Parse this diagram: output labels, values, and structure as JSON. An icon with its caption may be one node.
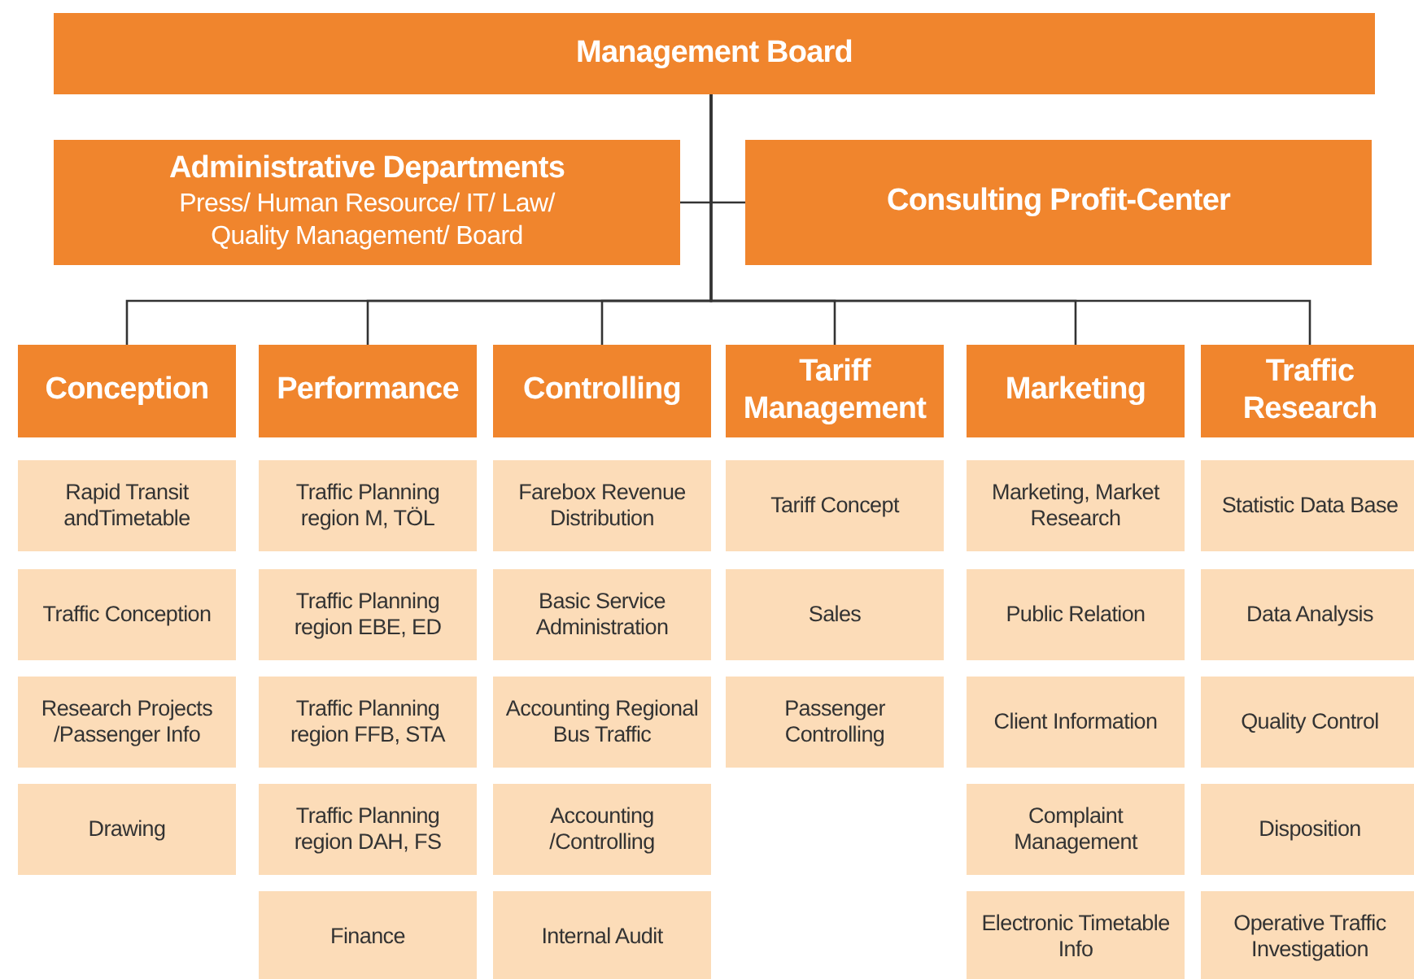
{
  "diagram": {
    "nodes": [
      {
        "text": [
          "Management Board"
        ]
      },
      {
        "text": [
          "Administrative Departments",
          "Press/ Human Resource/ IT/ Law/ Quality Management/ Board"
        ]
      },
      {
        "text": [
          "Consulting Profit-Center"
        ]
      },
      {
        "text": [
          "Conception"
        ]
      },
      {
        "text": [
          "Performance"
        ]
      },
      {
        "text": [
          "Controlling"
        ]
      },
      {
        "text": [
          "Tariff Management"
        ]
      },
      {
        "text": [
          "Marketing"
        ]
      },
      {
        "text": [
          "Traffic Research"
        ]
      },
      {
        "text": [
          "Rapid Transit andTimetable"
        ]
      },
      {
        "text": [
          "Traffic Conception"
        ]
      },
      {
        "text": [
          "Research Projects /Passenger Info"
        ]
      },
      {
        "text": [
          "Drawing"
        ]
      },
      {
        "text": [
          "Traffic Planning region M, TÖL"
        ]
      },
      {
        "text": [
          "Traffic Planning region EBE, ED"
        ]
      },
      {
        "text": [
          "Traffic Planning region FFB, STA"
        ]
      },
      {
        "text": [
          "Traffic Planning region DAH, FS"
        ]
      },
      {
        "text": [
          "Finance"
        ]
      },
      {
        "text": [
          "Farebox Revenue Distribution"
        ]
      },
      {
        "text": [
          "Basic Service Administration"
        ]
      },
      {
        "text": [
          "Accounting Regional Bus Traffic"
        ]
      },
      {
        "text": [
          "Accounting /Controlling"
        ]
      },
      {
        "text": [
          "Internal Audit"
        ]
      },
      {
        "text": [
          "Tariff Concept"
        ]
      },
      {
        "text": [
          "Sales"
        ]
      },
      {
        "text": [
          "Passenger Controlling"
        ]
      },
      {
        "text": [
          "Marketing, Market Research"
        ]
      },
      {
        "text": [
          "Public Relation"
        ]
      },
      {
        "text": [
          "Client Information"
        ]
      },
      {
        "text": [
          "Complaint Management"
        ]
      },
      {
        "text": [
          "Electronic Timetable Info"
        ]
      },
      {
        "text": [
          "Statistic Data Base"
        ]
      },
      {
        "text": [
          "Data Analysis"
        ]
      },
      {
        "text": [
          "Quality Control"
        ]
      },
      {
        "text": [
          "Disposition"
        ]
      },
      {
        "text": [
          "Operative Traffic Investigation"
        ]
      }
    ],
    "edges": [
      {
        "from": 0,
        "to": 1,
        "arrow": "none"
      },
      {
        "from": 0,
        "to": 2,
        "arrow": "none"
      },
      {
        "from": 0,
        "to": 3,
        "arrow": "none"
      },
      {
        "from": 0,
        "to": 4,
        "arrow": "none"
      },
      {
        "from": 0,
        "to": 5,
        "arrow": "none"
      },
      {
        "from": 0,
        "to": 6,
        "arrow": "none"
      },
      {
        "from": 0,
        "to": 7,
        "arrow": "none"
      },
      {
        "from": 0,
        "to": 8,
        "arrow": "none"
      }
    ]
  }
}
